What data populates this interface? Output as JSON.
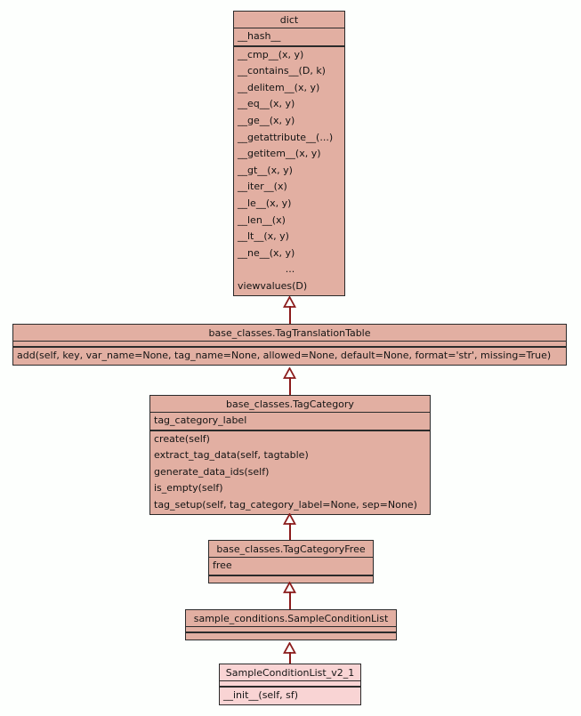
{
  "diagram": {
    "type": "uml-class-inheritance",
    "colors": {
      "background": "#FDFFFD",
      "class_fill": "#E2AFA2",
      "highlight_class_fill": "#F9D4D4",
      "border": "#2B2B2B",
      "inheritance_arrow": "#8B1B1B"
    },
    "classes": [
      {
        "id": "dict",
        "title": "dict",
        "attributes": [
          "__hash__"
        ],
        "methods": [
          "__cmp__(x, y)",
          "__contains__(D, k)",
          "__delitem__(x, y)",
          "__eq__(x, y)",
          "__ge__(x, y)",
          "__getattribute__(...)",
          "__getitem__(x, y)",
          "__gt__(x, y)",
          "__iter__(x)",
          "__le__(x, y)",
          "__len__(x)",
          "__lt__(x, y)",
          "__ne__(x, y)",
          "...",
          "viewvalues(D)"
        ]
      },
      {
        "id": "tag-translation-table",
        "title": "base_classes.TagTranslationTable",
        "attributes": [],
        "methods": [
          "add(self, key, var_name=None, tag_name=None, allowed=None, default=None, format='str', missing=True)"
        ]
      },
      {
        "id": "tag-category",
        "title": "base_classes.TagCategory",
        "attributes": [
          "tag_category_label"
        ],
        "methods": [
          "create(self)",
          "extract_tag_data(self, tagtable)",
          "generate_data_ids(self)",
          "is_empty(self)",
          "tag_setup(self, tag_category_label=None, sep=None)"
        ]
      },
      {
        "id": "tag-category-free",
        "title": "base_classes.TagCategoryFree",
        "attributes": [
          "free"
        ],
        "methods": []
      },
      {
        "id": "sample-condition-list",
        "title": "sample_conditions.SampleConditionList",
        "attributes": [],
        "methods": []
      },
      {
        "id": "sample-condition-list-v2-1",
        "title": "SampleConditionList_v2_1",
        "attributes": [],
        "methods": [
          "__init__(self, sf)"
        ]
      }
    ],
    "relations": [
      {
        "child": "base_classes.TagTranslationTable",
        "parent": "dict",
        "type": "inheritance"
      },
      {
        "child": "base_classes.TagCategory",
        "parent": "base_classes.TagTranslationTable",
        "type": "inheritance"
      },
      {
        "child": "base_classes.TagCategoryFree",
        "parent": "base_classes.TagCategory",
        "type": "inheritance"
      },
      {
        "child": "sample_conditions.SampleConditionList",
        "parent": "base_classes.TagCategoryFree",
        "type": "inheritance"
      },
      {
        "child": "SampleConditionList_v2_1",
        "parent": "sample_conditions.SampleConditionList",
        "type": "inheritance"
      }
    ]
  }
}
